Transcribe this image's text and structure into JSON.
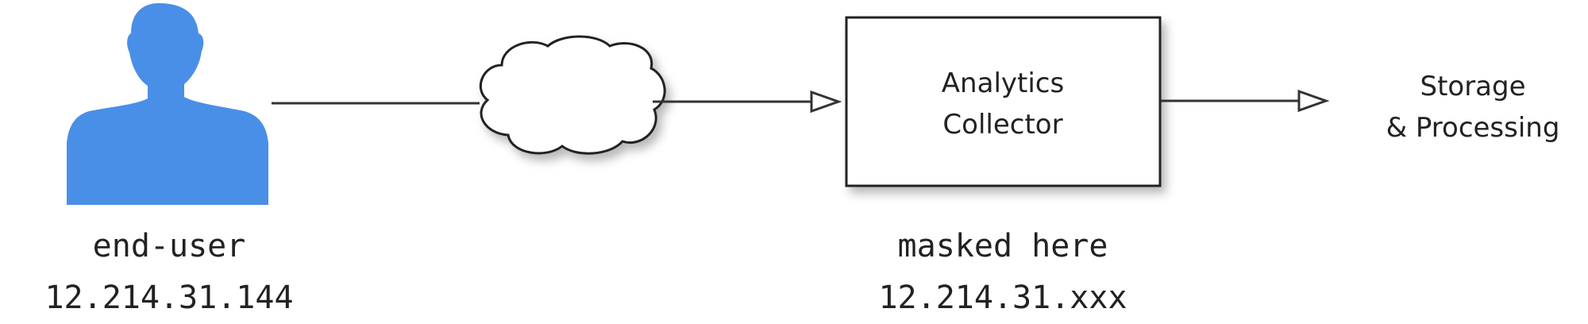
{
  "nodes": {
    "user": {
      "label": "end-user",
      "ip": "12.214.31.144",
      "icon": "person-silhouette-icon",
      "color": "#4a8fe7"
    },
    "network": {
      "icon": "cloud-icon"
    },
    "collector": {
      "line1": "Analytics",
      "line2": "Collector",
      "caption": "masked here",
      "ip": "12.214.31.xxx"
    },
    "storage": {
      "line1": "Storage",
      "line2": "& Processing"
    }
  },
  "edges": [
    {
      "from": "user",
      "to": "network",
      "arrowhead": false
    },
    {
      "from": "network",
      "to": "collector",
      "arrowhead": true
    },
    {
      "from": "collector",
      "to": "storage",
      "arrowhead": true
    }
  ]
}
